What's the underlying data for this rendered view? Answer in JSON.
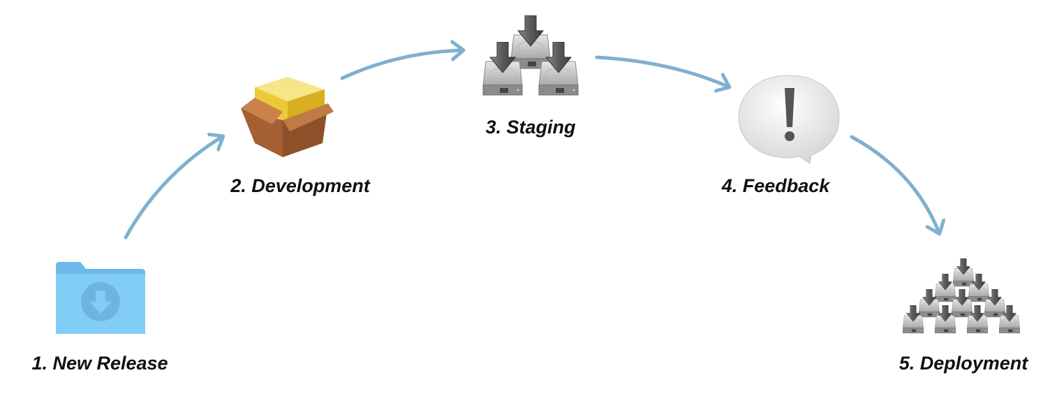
{
  "steps": [
    {
      "label": "1. New Release",
      "icon": "folder-download-icon"
    },
    {
      "label": "2. Development",
      "icon": "package-box-icon"
    },
    {
      "label": "3. Staging",
      "icon": "drives-icon"
    },
    {
      "label": "4. Feedback",
      "icon": "alert-bubble-icon"
    },
    {
      "label": "5. Deployment",
      "icon": "drives-pyramid-icon"
    }
  ],
  "colors": {
    "arrow": "#7fb0cf",
    "folder": "#7ec8f2",
    "box": "#b06a3a",
    "box_lid": "#f2d23a"
  }
}
